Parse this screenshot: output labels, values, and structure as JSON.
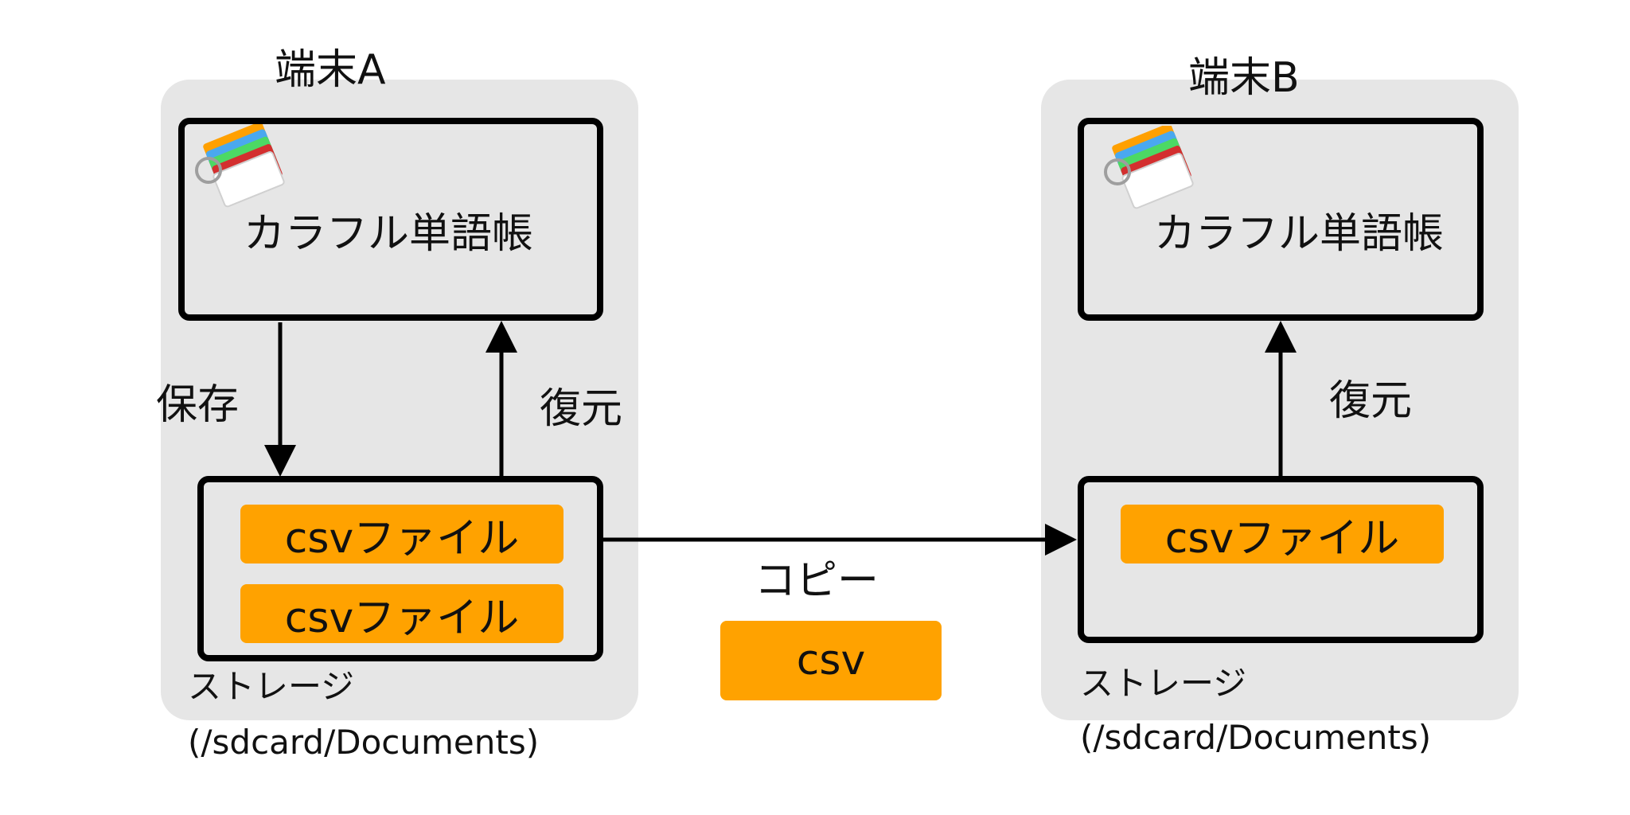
{
  "deviceA": {
    "title": "端末A",
    "app_name": "カラフル単語帳",
    "save_label": "保存",
    "restore_label": "復元",
    "files": [
      "csvファイル",
      "csvファイル"
    ],
    "storage_label": "ストレージ",
    "storage_path": "(/sdcard/Documents)"
  },
  "deviceB": {
    "title": "端末B",
    "app_name": "カラフル単語帳",
    "restore_label": "復元",
    "files": [
      "csvファイル"
    ],
    "storage_label": "ストレージ",
    "storage_path": "(/sdcard/Documents)"
  },
  "transfer": {
    "copy_label": "コピー",
    "file_chip": "csv"
  },
  "colors": {
    "device_bg": "#e6e6e6",
    "file_chip": "#ffa200",
    "stroke": "#000000"
  }
}
